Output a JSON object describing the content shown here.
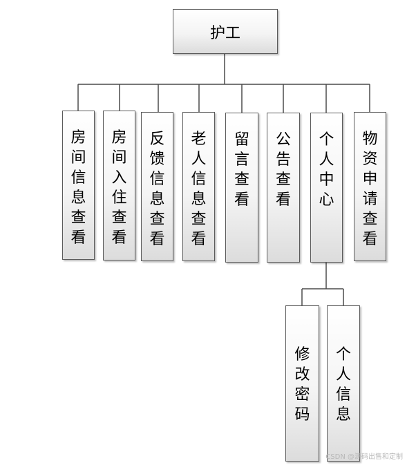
{
  "root": {
    "label": "护工"
  },
  "children": [
    {
      "label": "房间信息查看"
    },
    {
      "label": "房间入住查看"
    },
    {
      "label": "反馈信息查看"
    },
    {
      "label": "老人信息查看"
    },
    {
      "label": "留言查看"
    },
    {
      "label": "公告查看"
    },
    {
      "label": "个人中心",
      "children": [
        {
          "label": "修改密码"
        },
        {
          "label": "个人信息"
        }
      ]
    },
    {
      "label": "物资申请查看"
    }
  ],
  "watermark": "CSDN @源码出售和定制"
}
